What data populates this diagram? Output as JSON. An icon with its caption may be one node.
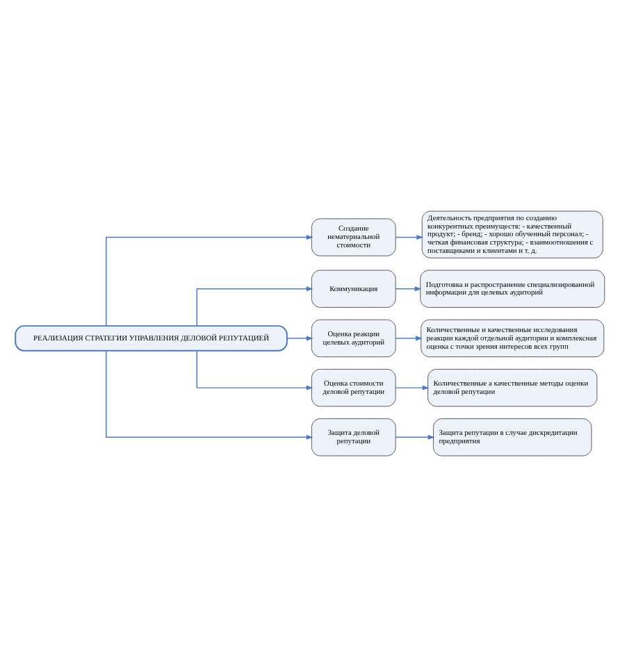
{
  "diagram": {
    "nodes": [
      {
        "text": [
          "РЕАЛИЗАЦИЯ СТРАТЕГИИ УПРАВЛЕНИЯ ДЕЛОВОЙ РЕПУТАЦИЕЙ"
        ]
      },
      {
        "text": [
          "Создание нематериальной стоимости"
        ]
      },
      {
        "text": [
          "Коммуникация"
        ]
      },
      {
        "text": [
          "Оценка реакции целевых аудиторий"
        ]
      },
      {
        "text": [
          "Оценка стоимости деловой репутации"
        ]
      },
      {
        "text": [
          "Защита деловой репутации"
        ]
      },
      {
        "text": [
          "Деятельность предприятия по созданию конкурентных преимуществ: - качественный продукт; - бренд; - хорошо обученный персонал; - четкая финансовая структура; - взаимоотношения с поставщиками и клиентами и т. д."
        ]
      },
      {
        "text": [
          "Подготовка и распространение специализированной информации для целевых аудиторий"
        ]
      },
      {
        "text": [
          "Количественные и качественные исследования реакции каждой отдельной аудитории и комплексная оценка с точки зрения интересов всех групп"
        ]
      },
      {
        "text": [
          "Количественные а качественные методы оценки деловой репутации"
        ]
      },
      {
        "text": [
          "Защита репутации в случае дискредитации предприятия"
        ]
      }
    ],
    "edges": [
      {
        "from": 0,
        "to": 1,
        "arrow": "to"
      },
      {
        "from": 0,
        "to": 2,
        "arrow": "to"
      },
      {
        "from": 0,
        "to": 3,
        "arrow": "to"
      },
      {
        "from": 0,
        "to": 4,
        "arrow": "to"
      },
      {
        "from": 0,
        "to": 5,
        "arrow": "to"
      },
      {
        "from": 1,
        "to": 6,
        "arrow": "to"
      },
      {
        "from": 2,
        "to": 7,
        "arrow": "to"
      },
      {
        "from": 3,
        "to": 8,
        "arrow": "to"
      },
      {
        "from": 4,
        "to": 9,
        "arrow": "to"
      },
      {
        "from": 5,
        "to": 10,
        "arrow": "to"
      }
    ]
  }
}
